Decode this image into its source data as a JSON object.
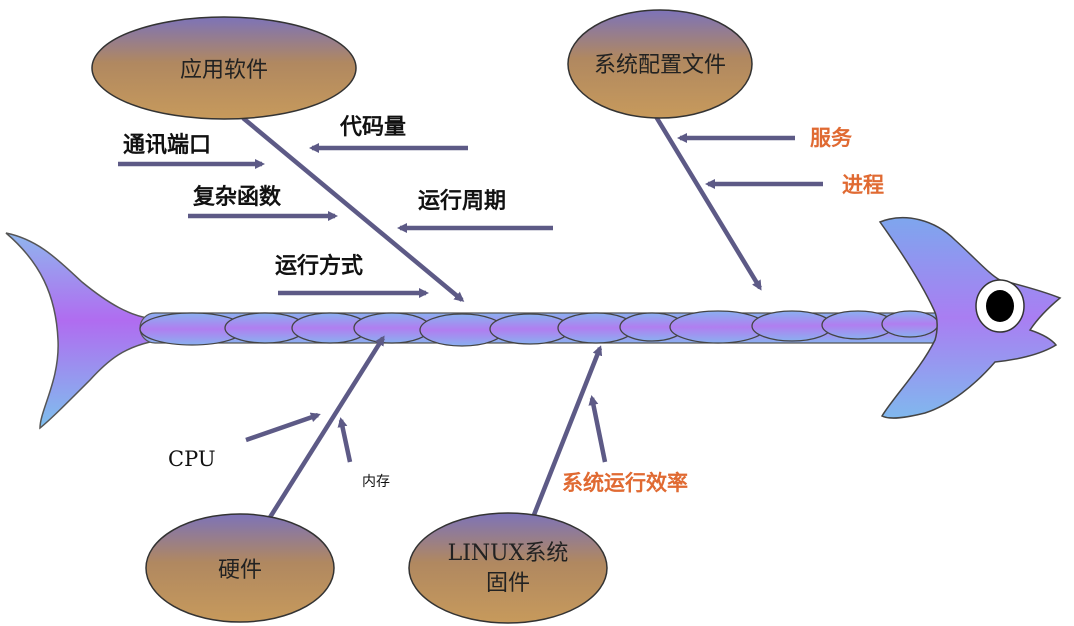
{
  "ovals": {
    "app_software": "应用软件",
    "sys_config": "系统配置文件",
    "hardware": "硬件",
    "linux_line1": "LINUX系统",
    "linux_line2": "固件"
  },
  "factors": {
    "comm_port": "通讯端口",
    "code_amount": "代码量",
    "complex_func": "复杂函数",
    "run_cycle": "运行周期",
    "run_mode": "运行方式",
    "service": "服务",
    "process": "进程",
    "cpu": "CPU",
    "memory": "内存",
    "sys_efficiency": "系统运行效率"
  },
  "colors": {
    "oval_fill": "#b58a55",
    "arrow": "#5d5a86",
    "orange_text": "#e06a32",
    "fish_body": "#9a8fe8"
  }
}
